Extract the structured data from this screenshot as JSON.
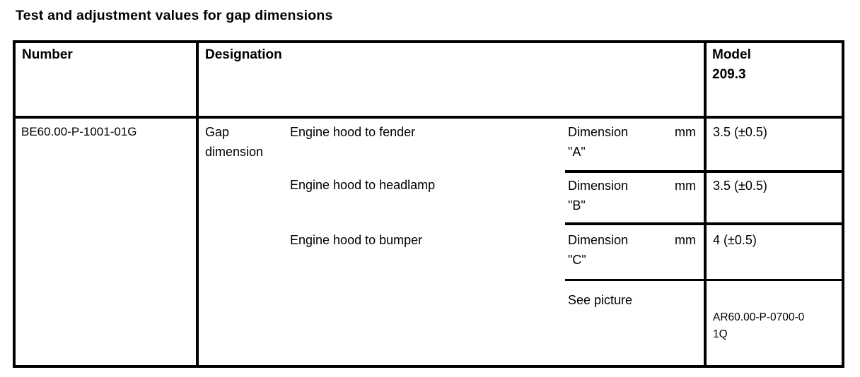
{
  "page": {
    "title": "Test and adjustment values for gap dimensions"
  },
  "table": {
    "headers": {
      "number": "Number",
      "designation": "Designation",
      "model": "Model\n209.3"
    },
    "row": {
      "number": "BE60.00-P-1001-01G",
      "group": "Gap\ndimension",
      "items": [
        {
          "description": "Engine hood to fender",
          "dim_label": "Dimension",
          "unit": "mm",
          "ref": "\"A\"",
          "value": "3.5 (±0.5)"
        },
        {
          "description": "Engine hood to headlamp",
          "dim_label": "Dimension",
          "unit": "mm",
          "ref": "\"B\"",
          "value": "3.5 (±0.5)"
        },
        {
          "description": "Engine hood to bumper",
          "dim_label": "Dimension",
          "unit": "mm",
          "ref": "\"C\"",
          "value": "4 (±0.5)"
        }
      ],
      "see_picture": {
        "label": "See picture",
        "value": "AR60.00-P-0700-0\n1Q"
      }
    },
    "colors": {
      "border": "#000000",
      "background": "#ffffff",
      "text": "#000000"
    }
  }
}
